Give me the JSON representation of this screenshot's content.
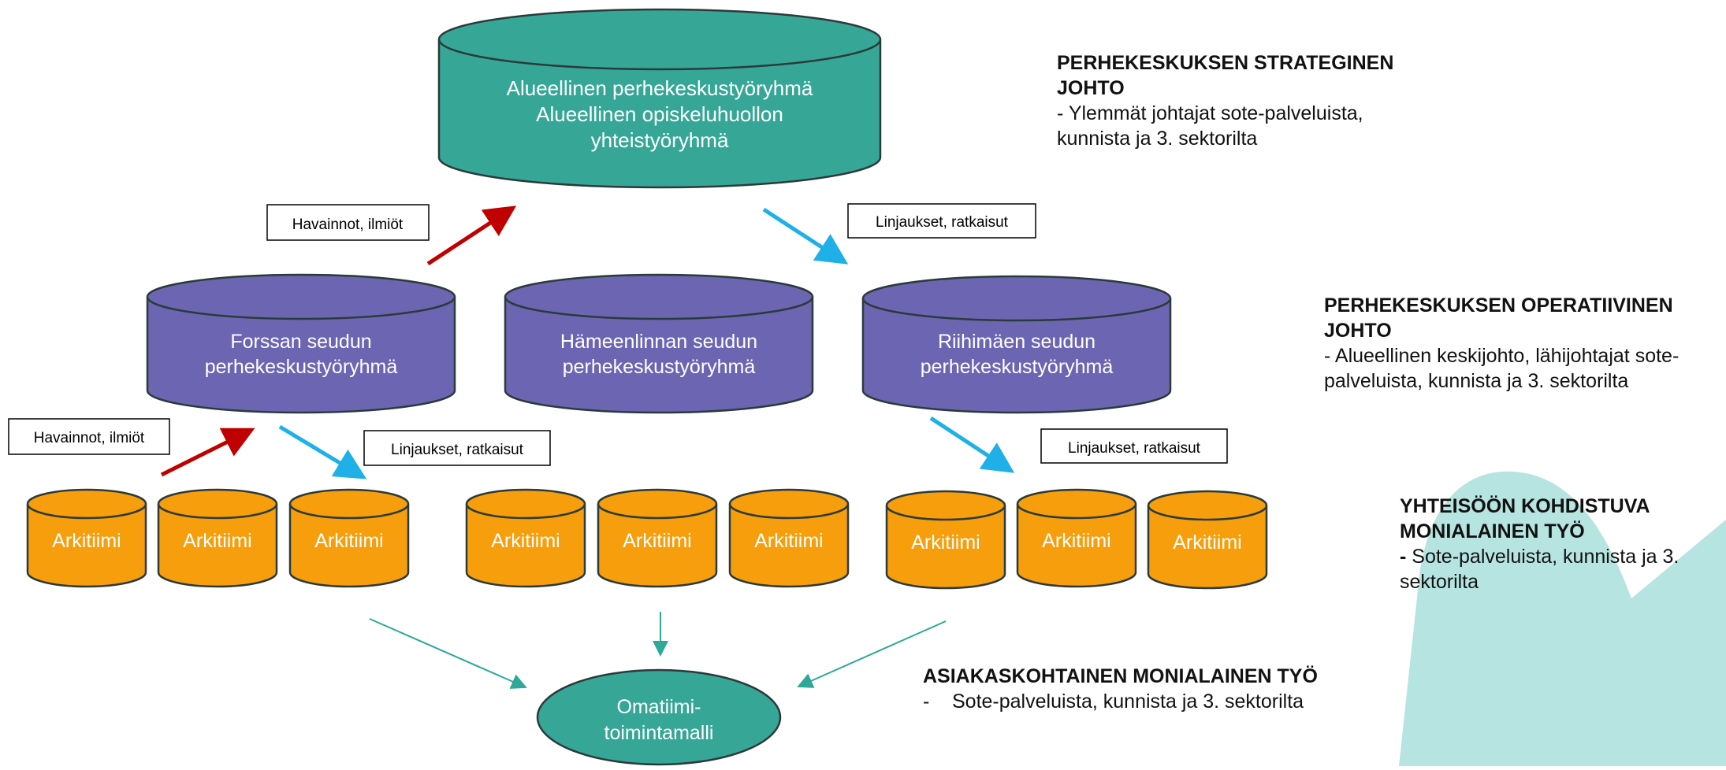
{
  "colors": {
    "teal": "#36a796",
    "purple": "#6c65b2",
    "orange": "#f69e0b",
    "red_arrow": "#c00000",
    "blue_arrow": "#1fb0e8",
    "teal_arrow": "#2ea897",
    "bg_shape": "#b6e4e1",
    "outline": "#2b3a3a"
  },
  "top": {
    "line1": "Alueellinen perhekeskustyöryhmä",
    "line2": "Alueellinen opiskeluhuollon",
    "line3": "yhteistyöryhmä"
  },
  "regions": [
    {
      "line1": "Forssan seudun",
      "line2": "perhekeskustyöryhmä"
    },
    {
      "line1": "Hämeenlinnan seudun",
      "line2": "perhekeskustyöryhmä"
    },
    {
      "line1": "Riihimäen seudun",
      "line2": "perhekeskustyöryhmä"
    }
  ],
  "arkitiimi_label": "Arkitiimi",
  "arkitiimi_count": 9,
  "labels": {
    "havainnot": "Havainnot, ilmiöt",
    "linjaukset": "Linjaukset, ratkaisut"
  },
  "omatiimi": {
    "line1": "Omatiimi-",
    "line2": "toimintamalli"
  },
  "side": {
    "strategic": {
      "title1": "PERHEKESKUKSEN STRATEGINEN",
      "title2": "JOHTO",
      "body1": "- Ylemmät johtajat sote-palveluista,",
      "body2": "kunnista ja 3. sektorilta"
    },
    "operative": {
      "title1": "PERHEKESKUKSEN OPERATIIVINEN",
      "title2": "JOHTO",
      "body1": "- Alueellinen keskijohto, lähijohtajat sote-",
      "body2": "palveluista, kunnista ja 3. sektorilta"
    },
    "community": {
      "title1": "YHTEISÖÖN KOHDISTUVA",
      "title2": "MONIALAINEN TYÖ",
      "body_dash": "-",
      "body1": " Sote-palveluista, kunnista ja 3.",
      "body2": "sektorilta"
    },
    "client": {
      "title": "ASIAKASKOHTAINEN MONIALAINEN TYÖ",
      "dash": "-",
      "body": "Sote-palveluista, kunnista ja 3. sektorilta"
    }
  }
}
